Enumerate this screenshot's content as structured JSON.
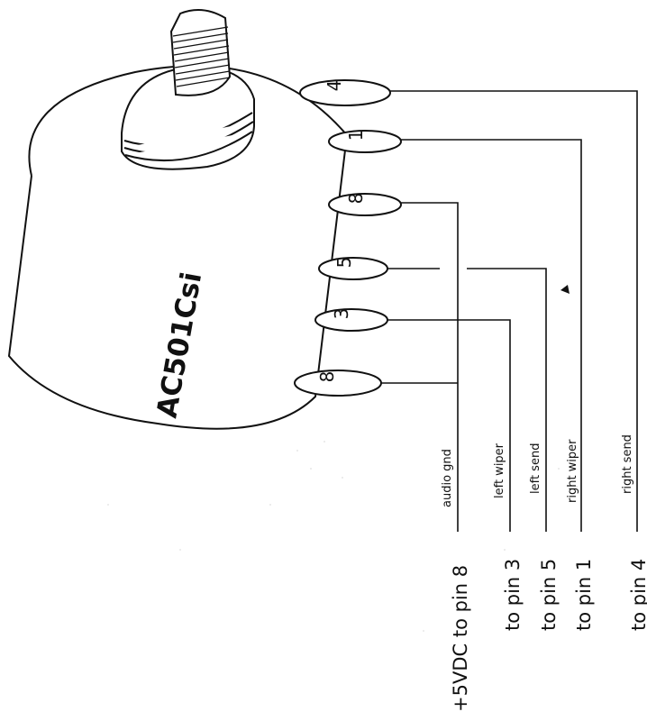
{
  "part": {
    "model": "AC501Csi"
  },
  "pot_lugs": [
    {
      "id": "lug-top-1",
      "label": "4"
    },
    {
      "id": "lug-top-2",
      "label": "1"
    },
    {
      "id": "lug-top-3",
      "label": "8"
    },
    {
      "id": "lug-mid-1",
      "label": "5"
    },
    {
      "id": "lug-mid-2",
      "label": "3"
    },
    {
      "id": "lug-bottom",
      "label": "8"
    }
  ],
  "signals": [
    {
      "label": "audio gnd"
    },
    {
      "label": "left wiper"
    },
    {
      "label": "left send"
    },
    {
      "label": "right wiper"
    },
    {
      "label": "right send"
    }
  ],
  "destinations": [
    {
      "label": "+5VDC to pin 8"
    },
    {
      "label": "to pin 3"
    },
    {
      "label": "to pin 5"
    },
    {
      "label": "to pin 1"
    },
    {
      "label": "to pin 4"
    }
  ]
}
